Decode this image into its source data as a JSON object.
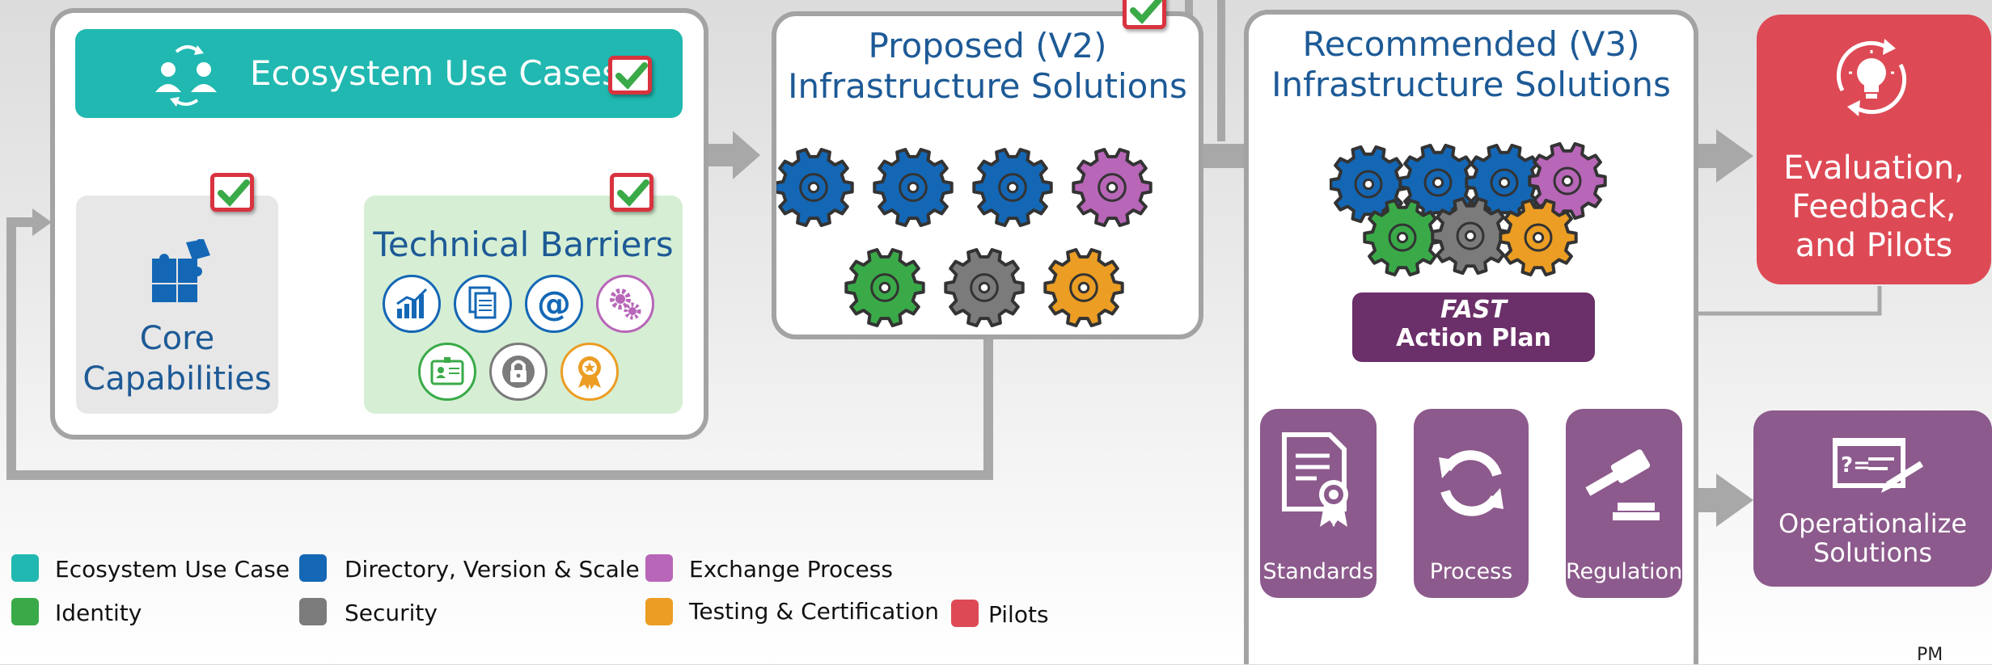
{
  "use_cases": {
    "title": "Ecosystem Use Cases"
  },
  "core": {
    "line1": "Core",
    "line2": "Capabilities"
  },
  "barriers": {
    "title": "Technical Barriers"
  },
  "proposed": {
    "line1": "Proposed (V2)",
    "line2": "Infrastructure Solutions"
  },
  "recommended": {
    "line1": "Recommended (V3)",
    "line2": "Infrastructure Solutions"
  },
  "fast": {
    "line1": "FAST",
    "line2": "Action Plan"
  },
  "stages": {
    "standards": "Standards",
    "process": "Process",
    "regulation": "Regulation"
  },
  "evaluation": {
    "line1": "Evaluation,",
    "line2": "Feedback,",
    "line3": "and Pilots"
  },
  "operationalize": {
    "line1": "Operationalize",
    "line2": "Solutions"
  },
  "legend": [
    {
      "label": "Ecosystem Use Case",
      "color": "#20b8b0"
    },
    {
      "label": "Directory, Version & Scale",
      "color": "#1467b5"
    },
    {
      "label": "Exchange Process",
      "color": "#b866b8"
    },
    {
      "label": "Identity",
      "color": "#3aaa48"
    },
    {
      "label": "Security",
      "color": "#7b7b7b"
    },
    {
      "label": "Testing & Certification",
      "color": "#eb9d24"
    },
    {
      "label": "Pilots",
      "color": "#dd4a55"
    }
  ],
  "footer": {
    "mark": "PM"
  },
  "colors": {
    "teal": "#20b8b0",
    "blue": "#1467b5",
    "purple": "#b866b8",
    "green": "#3aaa48",
    "gray": "#7b7b7b",
    "orange": "#eb9d24",
    "red": "#dd4a55",
    "dark_purple": "#6b2f69",
    "stage_purple": "#8c5a8c",
    "title_blue": "#1d5a96"
  },
  "icons": {
    "use_cases": "people-exchange-icon",
    "core": "puzzle-pieces-icon",
    "barriers": [
      "chart-growth-icon",
      "documents-icon",
      "at-sign-icon",
      "gears-icon",
      "id-card-icon",
      "padlock-icon",
      "ribbon-badge-icon"
    ],
    "stages": [
      "certificate-document-icon",
      "refresh-cycle-icon",
      "gavel-icon"
    ],
    "evaluation": "lightbulb-cycle-icon",
    "operationalize": "screen-code-icon"
  },
  "gears": {
    "proposed": [
      "blue",
      "blue",
      "blue",
      "purple",
      "green",
      "gray",
      "orange"
    ],
    "recommended": [
      "blue",
      "blue",
      "blue",
      "purple",
      "green",
      "gray",
      "orange"
    ]
  }
}
